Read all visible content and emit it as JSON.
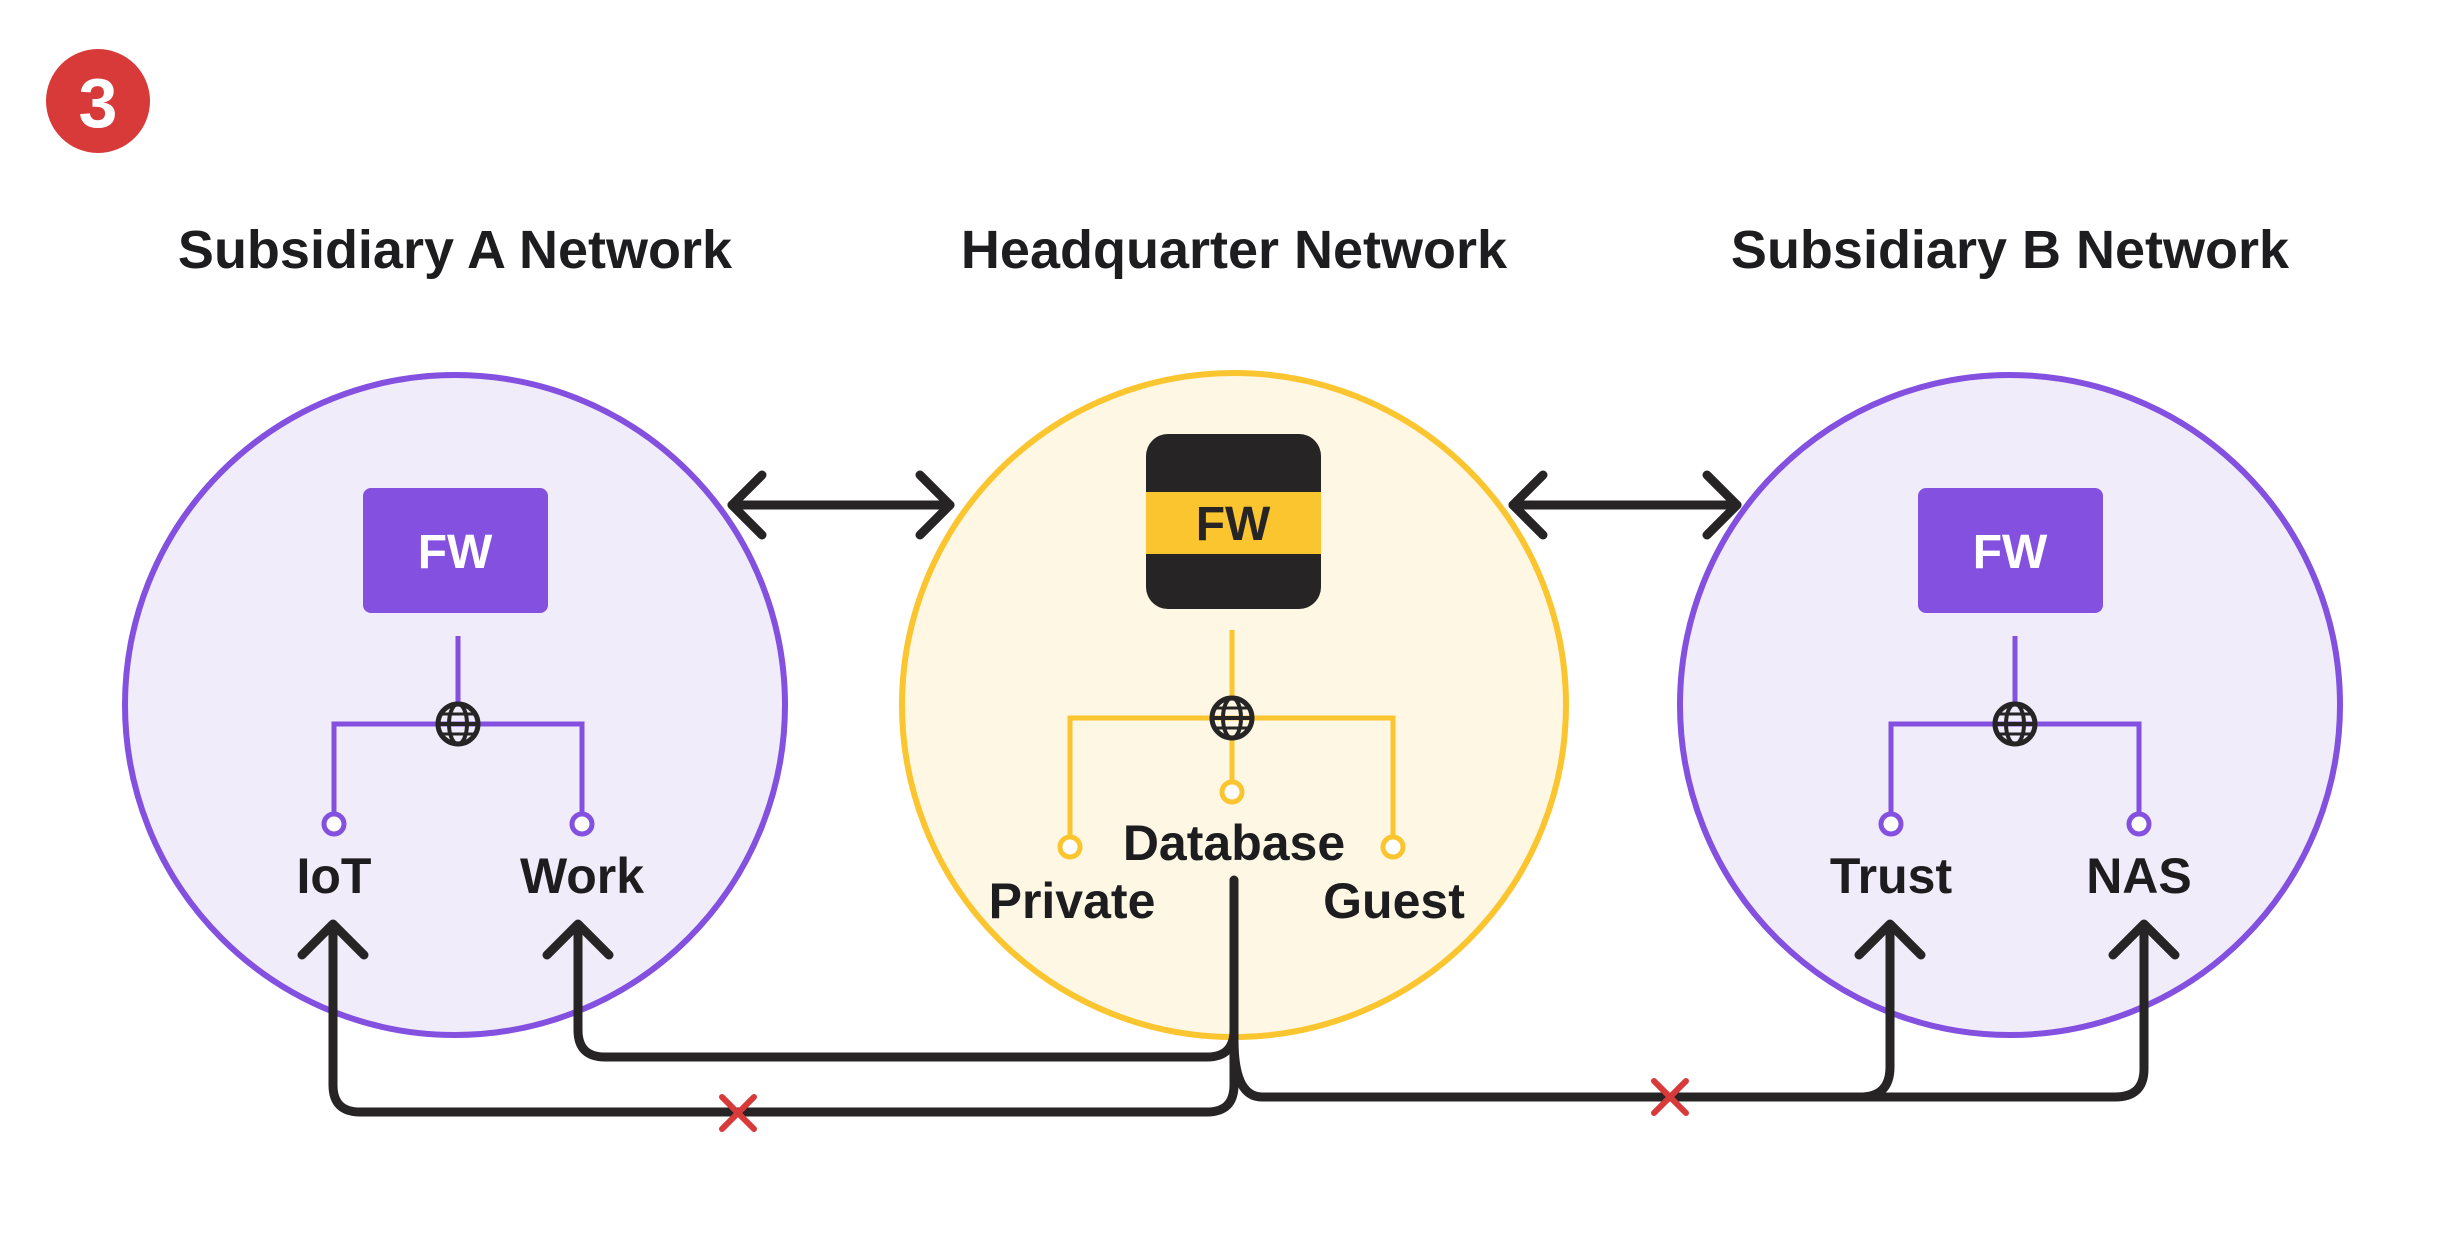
{
  "step": {
    "number": "3",
    "color": "#d83a3a"
  },
  "colors": {
    "purple": "#8350e0",
    "purple_fill": "#f1ecf9",
    "yellow": "#fbc52f",
    "yellow_fill": "#fdf7e4",
    "dark": "#262424",
    "blocked": "#d83a3a"
  },
  "networks": {
    "subsidiary_a": {
      "title": "Subsidiary A Network",
      "firewall": "FW",
      "segments": [
        "IoT",
        "Work"
      ]
    },
    "headquarter": {
      "title": "Headquarter Network",
      "firewall": "FW",
      "segments": [
        "Private",
        "Database",
        "Guest"
      ]
    },
    "subsidiary_b": {
      "title": "Subsidiary B Network",
      "firewall": "FW",
      "segments": [
        "Trust",
        "NAS"
      ]
    }
  },
  "icons": {
    "hub": "globe-icon",
    "link": "bidirectional-arrow-icon",
    "blocked": "cross-mark-icon"
  }
}
